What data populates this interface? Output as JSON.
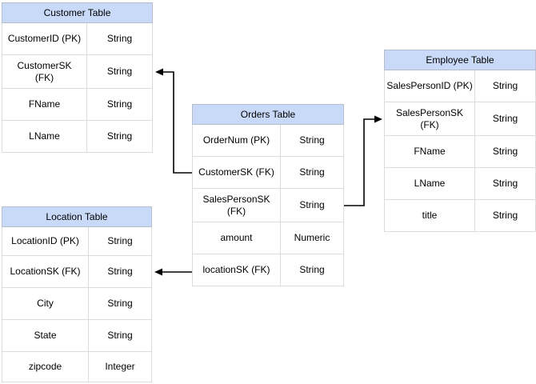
{
  "diagram": {
    "colors": {
      "header_fill": "#C9DAF8",
      "header_border": "#B5BDCC",
      "cell_border": "#DCDCDC",
      "connector": "#000000",
      "text": "#000000",
      "background": "#FFFFFF"
    },
    "tables": {
      "customer": {
        "title": "Customer Table",
        "rows": [
          {
            "field": "CustomerID (PK)",
            "type": "String"
          },
          {
            "field": "CustomerSK\n(FK)",
            "type": "String"
          },
          {
            "field": "FName",
            "type": "String"
          },
          {
            "field": "LName",
            "type": "String"
          }
        ]
      },
      "orders": {
        "title": "Orders Table",
        "rows": [
          {
            "field": "OrderNum (PK)",
            "type": "String"
          },
          {
            "field": "CustomerSK (FK)",
            "type": "String"
          },
          {
            "field": "SalesPersonSK\n(FK)",
            "type": "String"
          },
          {
            "field": "amount",
            "type": "Numeric"
          },
          {
            "field": "locationSK (FK)",
            "type": "String"
          }
        ]
      },
      "employee": {
        "title": "Employee Table",
        "rows": [
          {
            "field": "SalesPersonID (PK)",
            "type": "String"
          },
          {
            "field": "SalesPersonSK\n(FK)",
            "type": "String"
          },
          {
            "field": "FName",
            "type": "String"
          },
          {
            "field": "LName",
            "type": "String"
          },
          {
            "field": "title",
            "type": "String"
          }
        ]
      },
      "location": {
        "title": "Location Table",
        "rows": [
          {
            "field": "LocationID (PK)",
            "type": "String"
          },
          {
            "field": "LocationSK (FK)",
            "type": "String"
          },
          {
            "field": "City",
            "type": "String"
          },
          {
            "field": "State",
            "type": "String"
          },
          {
            "field": "zipcode",
            "type": "Integer"
          }
        ]
      }
    },
    "relationships": [
      {
        "from": "Orders Table.CustomerSK (FK)",
        "to": "Customer Table.CustomerSK (FK)"
      },
      {
        "from": "Orders Table.SalesPersonSK (FK)",
        "to": "Employee Table.SalesPersonSK (FK)"
      },
      {
        "from": "Orders Table.locationSK (FK)",
        "to": "Location Table.LocationSK (FK)"
      }
    ]
  }
}
